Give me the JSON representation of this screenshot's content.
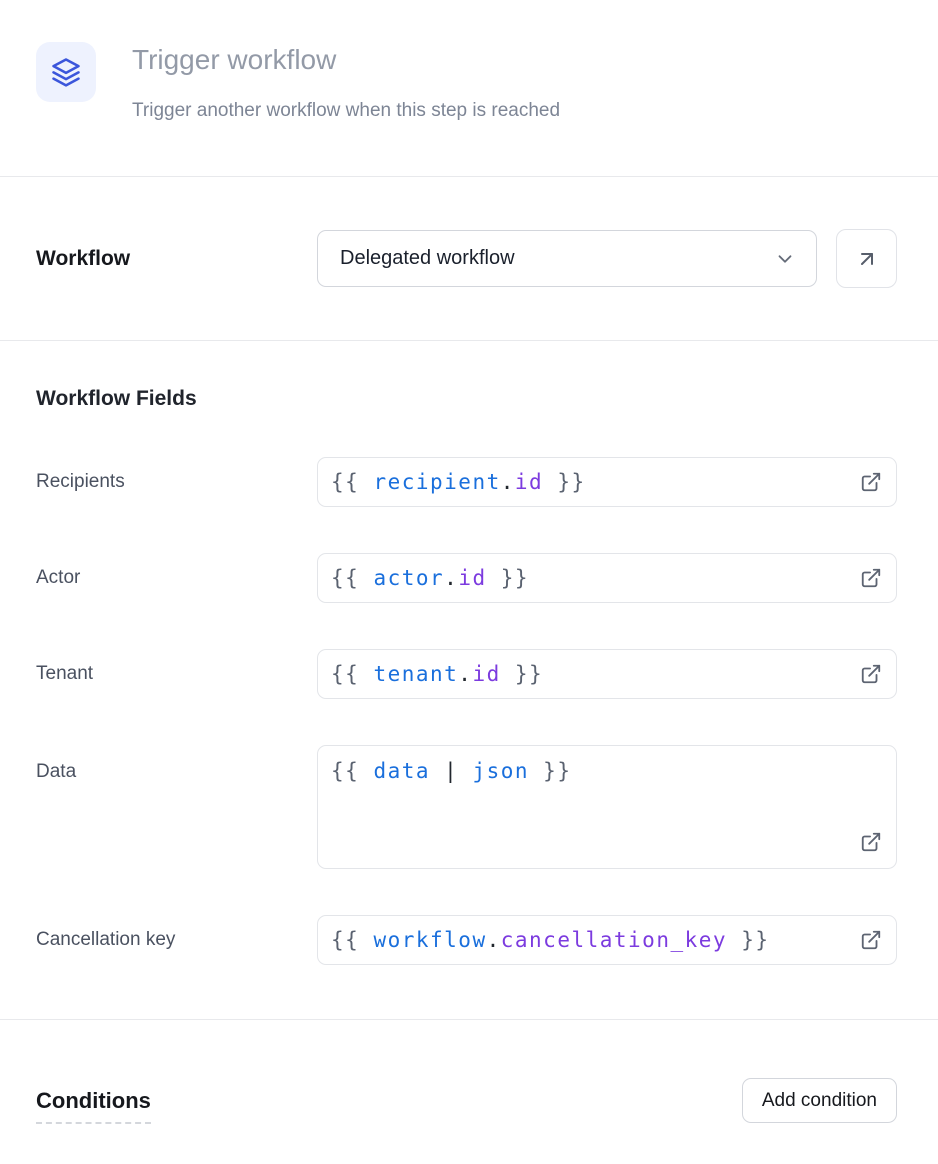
{
  "header": {
    "icon": "layers-icon",
    "title": "Trigger workflow",
    "subtitle": "Trigger another workflow when this step is reached"
  },
  "workflow": {
    "label": "Workflow",
    "selected": "Delegated workflow",
    "chevron_icon": "chevron-down-icon",
    "open_icon": "arrow-up-right-icon"
  },
  "fields": {
    "heading": "Workflow Fields",
    "external_icon": "external-link-icon",
    "rows": [
      {
        "label": "Recipients",
        "multiline": false,
        "tokens": [
          {
            "type": "brace",
            "text": "{{ "
          },
          {
            "type": "var",
            "text": "recipient"
          },
          {
            "type": "punct",
            "text": "."
          },
          {
            "type": "prop",
            "text": "id"
          },
          {
            "type": "brace",
            "text": " }}"
          }
        ]
      },
      {
        "label": "Actor",
        "multiline": false,
        "tokens": [
          {
            "type": "brace",
            "text": "{{ "
          },
          {
            "type": "var",
            "text": "actor"
          },
          {
            "type": "punct",
            "text": "."
          },
          {
            "type": "prop",
            "text": "id"
          },
          {
            "type": "brace",
            "text": " }}"
          }
        ]
      },
      {
        "label": "Tenant",
        "multiline": false,
        "tokens": [
          {
            "type": "brace",
            "text": "{{ "
          },
          {
            "type": "var",
            "text": "tenant"
          },
          {
            "type": "punct",
            "text": "."
          },
          {
            "type": "prop",
            "text": "id"
          },
          {
            "type": "brace",
            "text": " }}"
          }
        ]
      },
      {
        "label": "Data",
        "multiline": true,
        "tokens": [
          {
            "type": "brace",
            "text": "{{ "
          },
          {
            "type": "var",
            "text": "data"
          },
          {
            "type": "punct",
            "text": " | "
          },
          {
            "type": "var",
            "text": "json"
          },
          {
            "type": "brace",
            "text": " }}"
          }
        ]
      },
      {
        "label": "Cancellation key",
        "multiline": false,
        "tokens": [
          {
            "type": "brace",
            "text": "{{ "
          },
          {
            "type": "var",
            "text": "workflow"
          },
          {
            "type": "punct",
            "text": "."
          },
          {
            "type": "prop",
            "text": "cancellation_key"
          },
          {
            "type": "brace",
            "text": " }}"
          }
        ]
      }
    ]
  },
  "conditions": {
    "heading": "Conditions",
    "add_button": "Add condition"
  },
  "colors": {
    "icon_bg": "#eef2fe",
    "icon_color": "#3b56db",
    "token_brace": "#5a6270",
    "token_var": "#1a6fdc",
    "token_punct": "#22272e",
    "token_prop": "#7c3bdf"
  }
}
